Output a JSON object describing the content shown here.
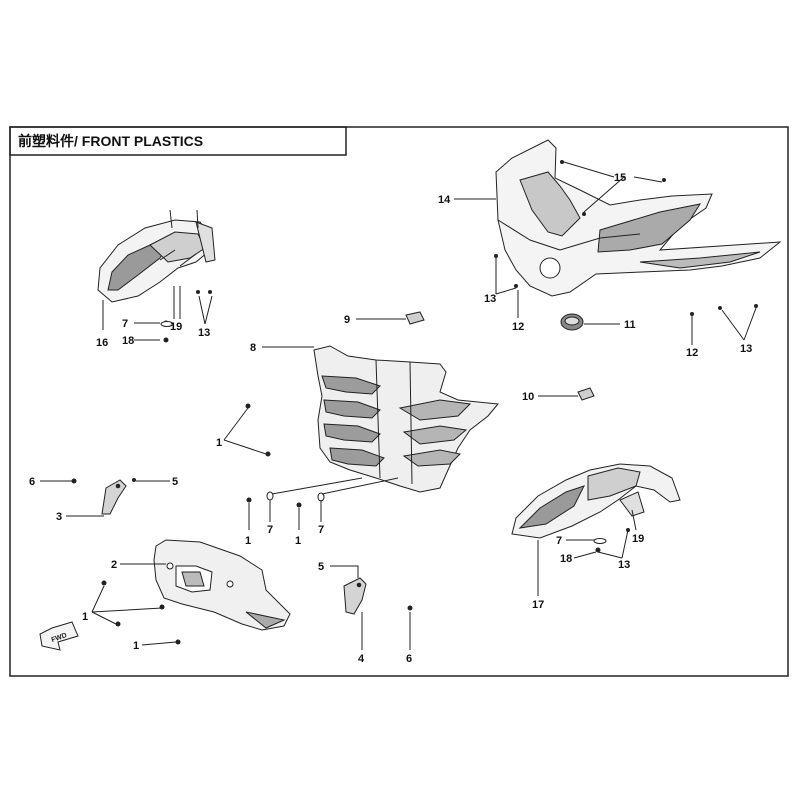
{
  "title": "前塑料件/ FRONT PLASTICS",
  "fwd_label": "FWD",
  "callouts": [
    {
      "id": "c16",
      "label": "16"
    },
    {
      "id": "c7a",
      "label": "7"
    },
    {
      "id": "c18a",
      "label": "18"
    },
    {
      "id": "c19a",
      "label": "19"
    },
    {
      "id": "c13a",
      "label": "13"
    },
    {
      "id": "c14",
      "label": "14"
    },
    {
      "id": "c15",
      "label": "15"
    },
    {
      "id": "c13b",
      "label": "13"
    },
    {
      "id": "c12a",
      "label": "12"
    },
    {
      "id": "c11",
      "label": "11"
    },
    {
      "id": "c12b",
      "label": "12"
    },
    {
      "id": "c13c",
      "label": "13"
    },
    {
      "id": "c9",
      "label": "9"
    },
    {
      "id": "c8",
      "label": "8"
    },
    {
      "id": "c10",
      "label": "10"
    },
    {
      "id": "c1a",
      "label": "1"
    },
    {
      "id": "c6a",
      "label": "6"
    },
    {
      "id": "c5a",
      "label": "5"
    },
    {
      "id": "c3",
      "label": "3"
    },
    {
      "id": "c1b",
      "label": "1"
    },
    {
      "id": "c7b",
      "label": "7"
    },
    {
      "id": "c1c",
      "label": "1"
    },
    {
      "id": "c7c",
      "label": "7"
    },
    {
      "id": "c2",
      "label": "2"
    },
    {
      "id": "c1d",
      "label": "1"
    },
    {
      "id": "c1e",
      "label": "1"
    },
    {
      "id": "c5b",
      "label": "5"
    },
    {
      "id": "c4",
      "label": "4"
    },
    {
      "id": "c6b",
      "label": "6"
    },
    {
      "id": "c7d",
      "label": "7"
    },
    {
      "id": "c18b",
      "label": "18"
    },
    {
      "id": "c19b",
      "label": "19"
    },
    {
      "id": "c13d",
      "label": "13"
    },
    {
      "id": "c17",
      "label": "17"
    }
  ]
}
